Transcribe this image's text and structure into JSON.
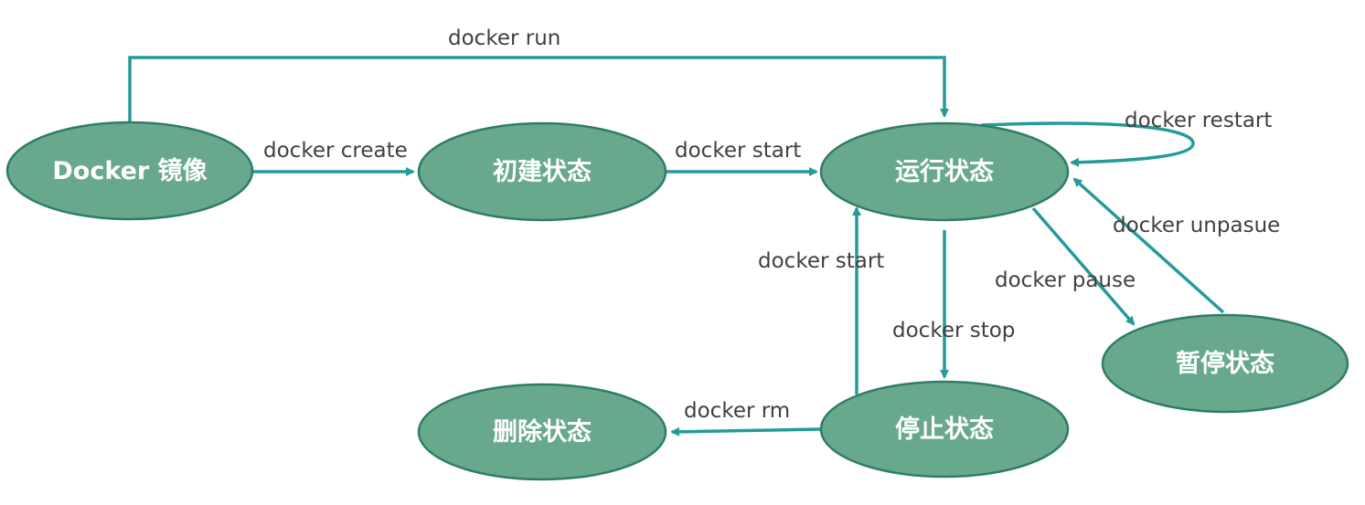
{
  "colors": {
    "node_fill": "#68a98d",
    "node_stroke": "#2f7c67",
    "edge": "#259a9a",
    "label_text": "#404040",
    "node_text": "#ffffff"
  },
  "nodes": {
    "image": "Docker 镜像",
    "created": "初建状态",
    "running": "运行状态",
    "paused": "暂停状态",
    "stopped": "停止状态",
    "deleted": "删除状态"
  },
  "edges": {
    "run": "docker run",
    "create": "docker create",
    "start_from_created": "docker start",
    "restart": "docker restart",
    "unpause": "docker unpasue",
    "pause": "docker pause",
    "start_from_stopped": "docker start",
    "stop": "docker stop",
    "rm": "docker rm"
  }
}
